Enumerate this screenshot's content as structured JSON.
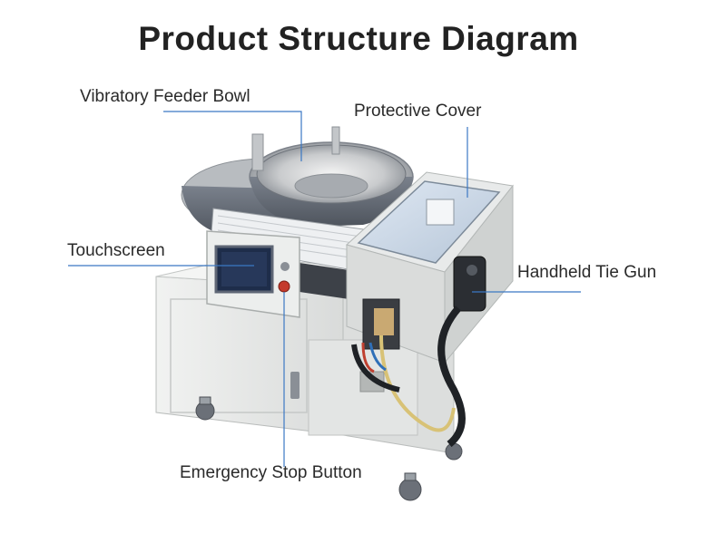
{
  "title": "Product Structure Diagram",
  "callouts": {
    "feeder_bowl": "Vibratory Feeder Bowl",
    "protective_cover": "Protective Cover",
    "touchscreen": "Touchscreen",
    "tie_gun": "Handheld Tie Gun",
    "estop": "Emergency Stop Button"
  },
  "colors": {
    "leader_line": "#3b78c4",
    "cabinet": "#e9ebea",
    "bowl": "#5d6470",
    "screen": "#1e2d4a"
  }
}
